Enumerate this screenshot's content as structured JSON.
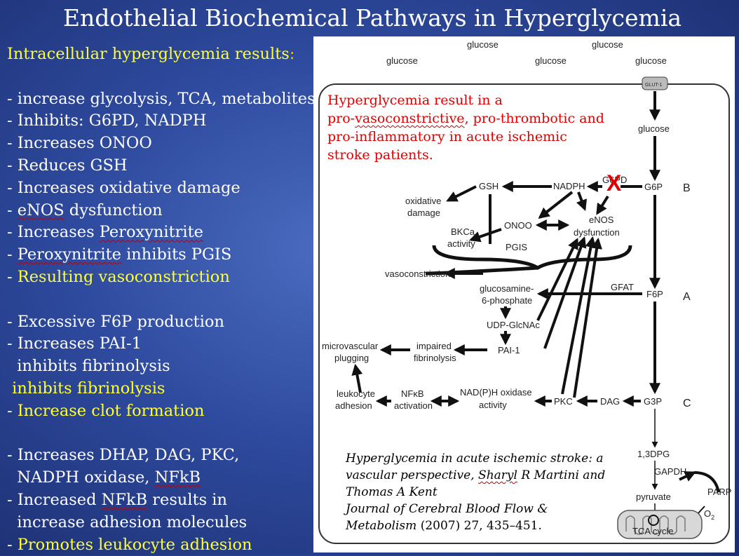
{
  "title": "Endothelial Biochemical Pathways in Hyperglycemia",
  "left_heading": "Intracellular hyperglycemia results",
  "left_heading_colon": ":",
  "bullets": {
    "b1": "- increase glycolysis, TCA, metabolites",
    "b2": "- Inhibits: G6PD, NADPH",
    "b3": "- Increases ONOO",
    "b4": "- Reduces GSH",
    "b5": "- Increases oxidative damage",
    "b6_pre": "- ",
    "b6_u": "eNOS",
    "b6_post": " dysfunction",
    "b7_pre": "- Increases ",
    "b7_u": "Peroxynitrite",
    "b8_pre": "- ",
    "b8_u": "Peroxynitrite",
    "b8_post": " inhibits PGIS",
    "b9_pre": "- ",
    "b9_y": "Resulting vasoconstriction",
    "b10": "- Excessive F6P production",
    "b11": "- Increases PAI-1",
    "b12": "  inhibits fibrinolysis",
    "b13": " inhibits fibrinolysis",
    "b14_pre": "- ",
    "b14_y": "Increase clot formation",
    "b15": "- Increases DHAP, DAG, PKC,",
    "b16_pre": "  NADPH oxidase, ",
    "b16_u": "NFkB",
    "b17_pre": "- Increased ",
    "b17_u": "NFkB",
    "b17_post": " results in",
    "b18": "  increase adhesion molecules",
    "b19_pre": "- ",
    "b19_y": "Promotes leukocyte adhesion"
  },
  "red_note": {
    "l1": "Hyperglycemia result in a",
    "l2_pre": "pro-",
    "l2_u": "vasoconstrictive",
    "l2_post": ", pro-thrombotic and",
    "l3": "pro-inflammatory in acute ischemic",
    "l4": "stroke patients."
  },
  "citation": {
    "l1": "Hyperglycemia in acute ischemic stroke: a",
    "l2_pre": "vascular perspective, ",
    "l2_u": "Sharyl",
    "l2_post": " R Martini and",
    "l3": "Thomas A Kent",
    "l4": "Journal of Cerebral Blood Flow &",
    "l5_pre": "Metabolism ",
    "l5_post": "(2007) 27, 435–451."
  },
  "diagram": {
    "glucose_top_left": "glucose",
    "glucose_top_right": "glucose",
    "glucose_out_1": "glucose",
    "glucose_out_2": "glucose",
    "glucose_out_3": "glucose",
    "glut": "GLUT-1",
    "glucose_in": "glucose",
    "gsh": "GSH",
    "nadph": "NADPH",
    "g6pd": "G6PD",
    "g6p": "G6P",
    "label_b": "B",
    "oxidative_1": "oxidative",
    "oxidative_2": "damage",
    "bkca_1": "BKCa",
    "bkca_2": "activity",
    "onoo": "ONOO",
    "pgis": "PGIS",
    "enos_1": "eNOS",
    "enos_2": "dysfunction",
    "vasoconstriction": "vasoconstriction",
    "glucosamine_1": "glucosamine-",
    "glucosamine_2": "6-phosphate",
    "gfat": "GFAT",
    "f6p": "F6P",
    "label_a": "A",
    "udp": "UDP-GlcNAc",
    "microvascular_1": "microvascular",
    "microvascular_2": "plugging",
    "impaired_1": "impaired",
    "impaired_2": "fibrinolysis",
    "pai1": "PAI-1",
    "leukocyte_1": "leukocyte",
    "leukocyte_2": "adhesion",
    "nfkb_1": "NFκB",
    "nfkb_2": "activation",
    "nadph_ox_1": "NAD(P)H oxidase",
    "nadph_ox_2": "activity",
    "pkc": "PKC",
    "dag": "DAG",
    "g3p": "G3P",
    "label_c": "C",
    "dpg": "1,3DPG",
    "gapdh": "GAPDH",
    "parp": "PARP",
    "pyruvate": "pyruvate",
    "o2": "O",
    "o2_sub": "2",
    "tca": "TCA cycle",
    "x_mark": "X"
  },
  "colors": {
    "background_center": "#4a6cc0",
    "background_edge": "#1b2d6e",
    "highlight_yellow": "#ffff33",
    "note_red": "#e00000",
    "text_white": "#ffffff"
  }
}
